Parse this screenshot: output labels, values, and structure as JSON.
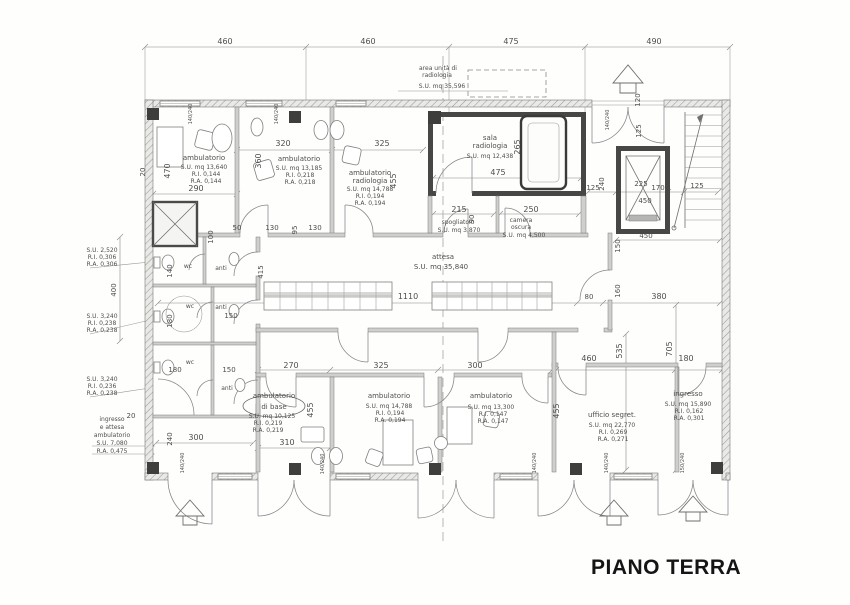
{
  "title": "PIANO TERRA",
  "zone": {
    "l1": "area unità di",
    "l2": "radiologia",
    "l3": "S.U. mq 35,596"
  },
  "rooms": {
    "amb1": {
      "name": "ambulatorio",
      "su": "S.U. mq 13,640",
      "ri": "R.I. 0,144",
      "ra": "R.A. 0,144"
    },
    "amb2": {
      "name": "ambulatorio",
      "su": "S.U. mq 13,185",
      "ri": "R.I. 0,218",
      "ra": "R.A. 0,218"
    },
    "amb3": {
      "name": "ambulatorio",
      "name2": "radiologia",
      "su": "S.U. mq 14,788",
      "ri": "R.I. 0,194",
      "ra": "R.A. 0,194"
    },
    "sala": {
      "name": "sala",
      "name2": "radiologia",
      "su": "S.U. mq 12,438"
    },
    "spog": {
      "name": "spogliatoio",
      "su": "S.U. mq 3,870"
    },
    "cam": {
      "name": "camera",
      "name2": "oscura",
      "su": "S.U. mq 4,500"
    },
    "attesa": {
      "name": "attesa",
      "su": "S.U. mq 35,840"
    },
    "base": {
      "name": "ambulatorio",
      "name2": "di base",
      "su": "S.U. mq 10,125",
      "ri": "R.I. 0,219",
      "ra": "R.A. 0,219"
    },
    "amb4": {
      "name": "ambulatorio",
      "su": "S.U. mq 14,788",
      "ri": "R.I. 0,194",
      "ra": "R.A. 0,194"
    },
    "amb5": {
      "name": "ambulatorio",
      "su": "S.U. mq 13,300",
      "ri": "R.I. 0,147",
      "ra": "R.A. 0,147"
    },
    "uff": {
      "name": "ufficio segret.",
      "su": "S.U. mq 22,770",
      "ri": "R.I. 0,269",
      "ra": "R.A. 0,271"
    },
    "ingr": {
      "name": "ingresso",
      "su": "S.U. mq 15,890",
      "ri": "R.I. 0,162",
      "ra": "R.A. 0,301"
    }
  },
  "labels": {
    "wc": "wc",
    "anti": "anti"
  },
  "side": {
    "s1": {
      "su": "S.U. 2,520",
      "ri": "R.I. 0,306",
      "ra": "R.A. 0,306"
    },
    "s2": {
      "su": "S.U. 3,240",
      "ri": "R.I. 0,238",
      "ra": "R.A. 0,238"
    },
    "s3": {
      "su": "S.U. 3,240",
      "ri": "R.I. 0,236",
      "ra": "R.A. 0,238"
    }
  },
  "vest": {
    "l1": "ingresso",
    "l2": "e attesa",
    "l3": "ambulatorio",
    "l4": "S.U. 7,080",
    "l5": "R.A. 0,475"
  },
  "dims": {
    "top1": "460",
    "top2": "460",
    "top3": "475",
    "top4": "490",
    "r1h": "470",
    "r1w": "290",
    "w20a": "20",
    "r2w": "320",
    "r2h": "360",
    "r3w": "325",
    "r3h": "455",
    "lob50": "50",
    "lob130a": "130",
    "lob95": "95",
    "lob130b": "130",
    "lob100": "100",
    "salaw": "475",
    "salah": "265",
    "spogw": "215",
    "v90": "90",
    "camw": "250",
    "e125": "125",
    "e240": "240",
    "e225": "225",
    "e170": "170",
    "e450in": "450",
    "e450": "450",
    "s125": "125",
    "s120": "120",
    "s125b": "125",
    "wc140": "140",
    "wc415": "415",
    "wc150a": "150",
    "wc180a": "180",
    "wc400": "400",
    "wc150b": "150",
    "wc180b": "180",
    "c1110": "1110",
    "c80": "80",
    "c380": "380",
    "c160": "160",
    "c150": "150",
    "v535": "535",
    "v705": "705",
    "b270": "270",
    "b325": "325",
    "b300": "300",
    "b460": "460",
    "b180": "180",
    "base310": "310",
    "base455": "455",
    "uff455": "455",
    "ves240": "240",
    "ves300": "300",
    "ves20": "20",
    "winA": "140/240",
    "winB": "150/240"
  }
}
